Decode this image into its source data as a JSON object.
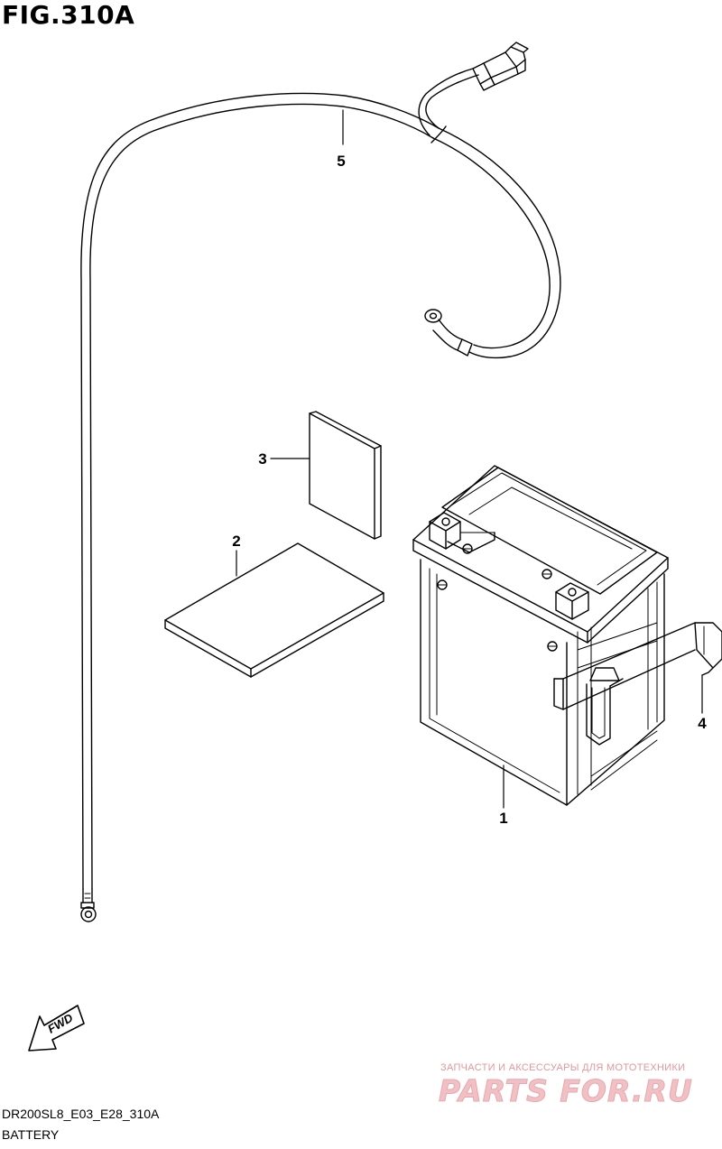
{
  "figure": {
    "title": "FIG.310A"
  },
  "callouts": {
    "battery": "1",
    "manual": "2",
    "label": "3",
    "band": "4",
    "cable": "5"
  },
  "direction": {
    "label": "FWD",
    "icon": "fwd-arrow-icon"
  },
  "watermark": {
    "tagline": "ЗАПЧАСТИ И АКСЕССУАРЫ ДЛЯ МОТОТЕХНИКИ",
    "logo": "PARTS FOR.RU",
    "color": "#e8a8ae"
  },
  "footer": {
    "code": "DR200SL8_E03_E28_310A",
    "name": "BATTERY"
  }
}
